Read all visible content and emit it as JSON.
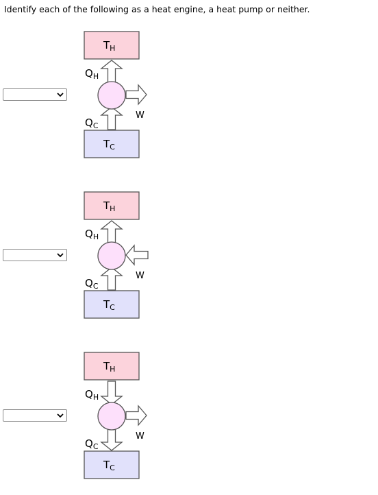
{
  "prompt": "Identify each of the following as a heat engine, a heat pump or neither.",
  "colors": {
    "hot_reservoir": "#fcd3dc",
    "cold_reservoir": "#e1e1fb",
    "engine_circle": "#fde0fb",
    "border": "#555555"
  },
  "diagrams": [
    {
      "hot_label": "T",
      "hot_sub": "H",
      "cold_label": "T",
      "cold_sub": "C",
      "qh_label": "Q",
      "qh_sub": "H",
      "qc_label": "Q",
      "qc_sub": "C",
      "w_label": "W",
      "qh_direction": "up",
      "qc_direction": "up",
      "w_direction": "out",
      "answer": ""
    },
    {
      "hot_label": "T",
      "hot_sub": "H",
      "cold_label": "T",
      "cold_sub": "C",
      "qh_label": "Q",
      "qh_sub": "H",
      "qc_label": "Q",
      "qc_sub": "C",
      "w_label": "W",
      "qh_direction": "up",
      "qc_direction": "up",
      "w_direction": "in",
      "answer": ""
    },
    {
      "hot_label": "T",
      "hot_sub": "H",
      "cold_label": "T",
      "cold_sub": "C",
      "qh_label": "Q",
      "qh_sub": "H",
      "qc_label": "Q",
      "qc_sub": "C",
      "w_label": "W",
      "qh_direction": "down",
      "qc_direction": "down",
      "w_direction": "out",
      "answer": ""
    }
  ]
}
